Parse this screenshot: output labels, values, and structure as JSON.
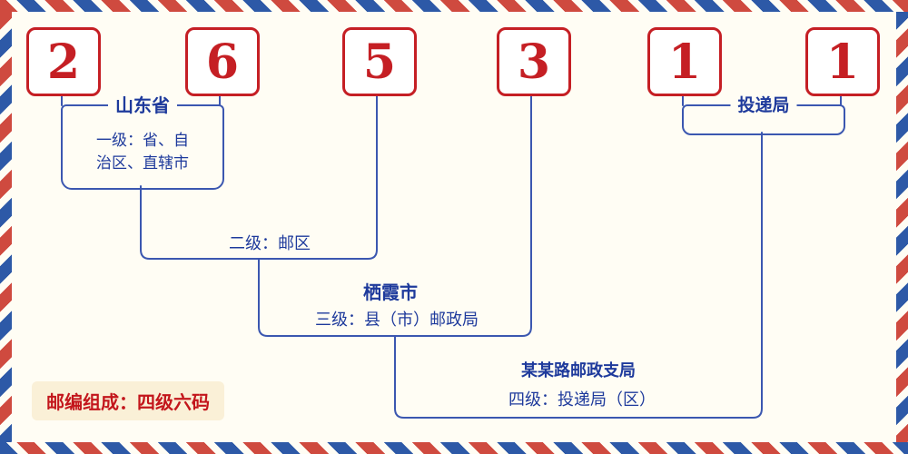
{
  "digits": [
    "2",
    "6",
    "5",
    "3",
    "1",
    "1"
  ],
  "levels": {
    "level1": {
      "place": "山东省",
      "desc": "一级：省、自治区、直辖市"
    },
    "level2": {
      "desc": "二级：邮区"
    },
    "level3": {
      "place": "栖霞市",
      "desc": "三级：县（市）邮政局"
    },
    "level4": {
      "place": "某某路邮政支局",
      "desc": "四级：投递局（区）"
    },
    "delivery": {
      "label": "投递局"
    }
  },
  "badge": {
    "text": "邮编组成：四级六码"
  },
  "colors": {
    "digit_red": "#c51f24",
    "line_blue": "#3b57b0",
    "text_blue": "#1e3a9c",
    "badge_red": "#c3161c",
    "badge_bg": "#faf0d7",
    "stripe_red": "#cf4a3f",
    "stripe_blue": "#2d59a7",
    "background": "#fffdf4"
  }
}
